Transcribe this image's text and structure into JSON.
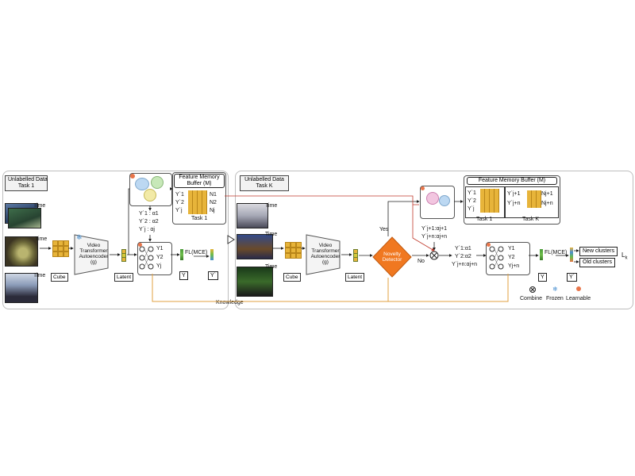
{
  "left": {
    "header": "Unlabelled Data\nTask 1",
    "time_labels": [
      "Time",
      "Time",
      "Time"
    ],
    "cube_label": "Cube",
    "encoder_label": "Video\nTransformer\nAutoencoder\n(g)",
    "latent_label": "Latent",
    "pseudo_labels": [
      "Y`1 : α1",
      "Y`2 : α2",
      "Y`j : αj"
    ],
    "fmb_title": "Feature Memory\nBuffer (M)",
    "fmb_rows": [
      "Y`1",
      "Y`2",
      "Y`j"
    ],
    "fmb_counts": [
      "N1",
      "N2",
      "Nj"
    ],
    "fmb_task": "Task 1",
    "nn_outputs": [
      "Y1",
      "Y2",
      "Yj"
    ],
    "loss_label": "FL(MCE)",
    "y_true": "Y",
    "y_pred": "Y`"
  },
  "right": {
    "header": "Unlabelled Data\nTask K",
    "time_labels": [
      "Time",
      "Time",
      "Time"
    ],
    "cube_label": "Cube",
    "encoder_label": "Video\nTransformer\nAutoencoder\n(g)",
    "latent_label": "Latent",
    "novelty_label": "Novelty\nDetector",
    "yes_label": "Yes",
    "no_label": "No",
    "new_pseudo": [
      "Y`j+1:αj+1",
      "Y`j+n:αj+n"
    ],
    "combined_pseudo": [
      "Y`1:α1",
      "Y`2:α2",
      "Y`j+n:αj+n"
    ],
    "fmb_title": "Feature Memory Buffer (M)",
    "fmb_rows_old": [
      "Y`1",
      "Y`2",
      "Y`j"
    ],
    "fmb_rows_new": [
      "Y`j+1",
      "Y`j+n"
    ],
    "fmb_counts_new": [
      "Nj+1",
      "Nj+n"
    ],
    "fmb_task1": "Task 1",
    "fmb_taskk": "Task K",
    "nn_outputs": [
      "Y1",
      "Y2",
      "Yj+n"
    ],
    "loss_label": "FL(MCE)",
    "y_true": "Y",
    "y_pred": "Y`",
    "new_clusters": "New clusters",
    "old_clusters": "Old clusters",
    "loss_symbol": "L",
    "loss_subscript": "k"
  },
  "knowledge_label": "Knowledge",
  "legend": {
    "combine": "Combine",
    "frozen": "Frozen",
    "learnable": "Learnable"
  },
  "colors": {
    "arrow_red": "#c0392b",
    "arrow_orange": "#e0a040",
    "novelty": "#f07820",
    "cube": "#e7b43a",
    "latent": "#d4c93a"
  }
}
